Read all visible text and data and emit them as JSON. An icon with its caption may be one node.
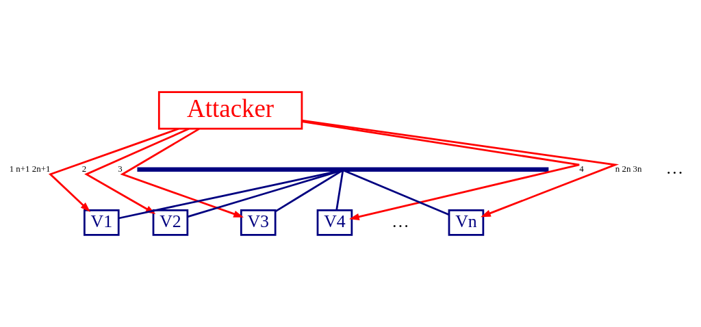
{
  "diagram": {
    "nodes": [
      {
        "text": [
          "Attacker"
        ]
      },
      {
        "text": [],
        "shape": "bar"
      },
      {
        "text": [
          "V1"
        ]
      },
      {
        "text": [
          "V2"
        ]
      },
      {
        "text": [
          "V3"
        ]
      },
      {
        "text": [
          "V4"
        ]
      },
      {
        "text": [
          "Vn"
        ]
      }
    ],
    "edges": [
      {
        "from": 0,
        "to": 2,
        "arrow": "to",
        "label": "1 n+1 2n+1",
        "color": "#ff0000"
      },
      {
        "from": 0,
        "to": 3,
        "arrow": "to",
        "label": "2",
        "color": "#ff0000"
      },
      {
        "from": 0,
        "to": 4,
        "arrow": "to",
        "label": "3",
        "color": "#ff0000"
      },
      {
        "from": 0,
        "to": 5,
        "arrow": "to",
        "label": "4",
        "color": "#ff0000"
      },
      {
        "from": 0,
        "to": 6,
        "arrow": "to",
        "label": "n 2n 3n",
        "color": "#ff0000"
      },
      {
        "from": 1,
        "to": 2,
        "arrow": "none",
        "color": "#000080"
      },
      {
        "from": 1,
        "to": 3,
        "arrow": "none",
        "color": "#000080"
      },
      {
        "from": 1,
        "to": 4,
        "arrow": "none",
        "color": "#000080"
      },
      {
        "from": 1,
        "to": 5,
        "arrow": "none",
        "color": "#000080"
      },
      {
        "from": 1,
        "to": 6,
        "arrow": "none",
        "color": "#000080"
      }
    ],
    "labels": [
      "…",
      "…"
    ]
  }
}
